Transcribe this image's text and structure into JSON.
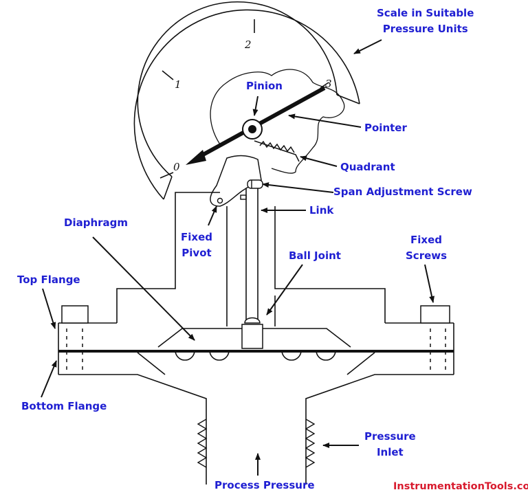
{
  "title": "Diaphragm Pressure Gauge",
  "scale_numbers": [
    "0",
    "1",
    "2",
    "3"
  ],
  "labels": {
    "scale": [
      "Scale in Suitable",
      "Pressure Units"
    ],
    "pinion": "Pinion",
    "pointer": "Pointer",
    "quadrant": "Quadrant",
    "span_adjustment_screw": "Span Adjustment Screw",
    "link": "Link",
    "diaphragm": "Diaphragm",
    "fixed_pivot": [
      "Fixed",
      "Pivot"
    ],
    "ball_joint": "Ball Joint",
    "fixed_screws": [
      "Fixed",
      "Screws"
    ],
    "top_flange": "Top Flange",
    "bottom_flange": "Bottom Flange",
    "pressure_inlet": [
      "Pressure",
      "Inlet"
    ],
    "process_pressure": "Process Pressure"
  },
  "watermark": "InstrumentationTools.com",
  "colors": {
    "label": "#1f1fd2",
    "watermark": "#d81b2e",
    "line": "#111111"
  }
}
